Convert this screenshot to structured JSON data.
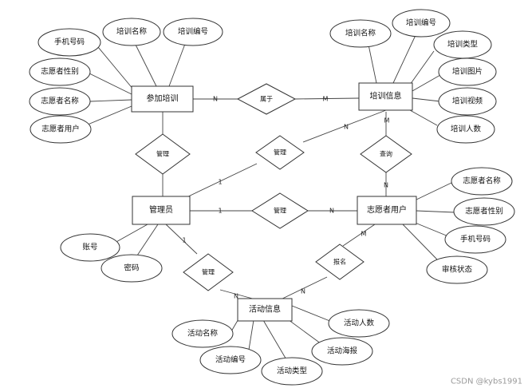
{
  "entities": {
    "join_training": "参加培训",
    "training_info": "培训信息",
    "admin": "管理员",
    "volunteer_user": "志愿者用户",
    "activity_info": "活动信息"
  },
  "relationships": {
    "belongs": "属于",
    "manage_jt": "管理",
    "manage_ti": "管理",
    "manage_vu": "管理",
    "manage_ai": "管理",
    "view": "查询",
    "sign_up": "报名"
  },
  "attributes": {
    "jt_phone": "手机号码",
    "jt_train_name": "培训名称",
    "jt_train_no": "培训编号",
    "jt_gender": "志愿者性别",
    "jt_vol_name": "志愿者名称",
    "jt_vol_user": "志愿者用户",
    "ti_name": "培训名称",
    "ti_no": "培训编号",
    "ti_type": "培训类型",
    "ti_image": "培训图片",
    "ti_video": "培训视频",
    "ti_count": "培训人数",
    "vu_name": "志愿者名称",
    "vu_gender": "志愿者性别",
    "vu_phone": "手机号码",
    "vu_status": "审核状态",
    "ad_account": "账号",
    "ad_password": "密码",
    "ai_name": "活动名称",
    "ai_count": "活动人数",
    "ai_no": "活动编号",
    "ai_poster": "活动海报",
    "ai_type": "活动类型"
  },
  "cardinalities": {
    "belongs_left": "N",
    "belongs_right": "M",
    "ti_manage_top": "N",
    "ti_manage_bottom": "1",
    "view_top": "M",
    "view_bottom": "N",
    "vu_manage_left": "1",
    "vu_manage_right": "N",
    "ai_manage_top": "1",
    "ai_manage_bottom": "N",
    "sign_up_top": "M",
    "sign_up_bottom": "N"
  },
  "watermark": "CSDN @kybs1991"
}
